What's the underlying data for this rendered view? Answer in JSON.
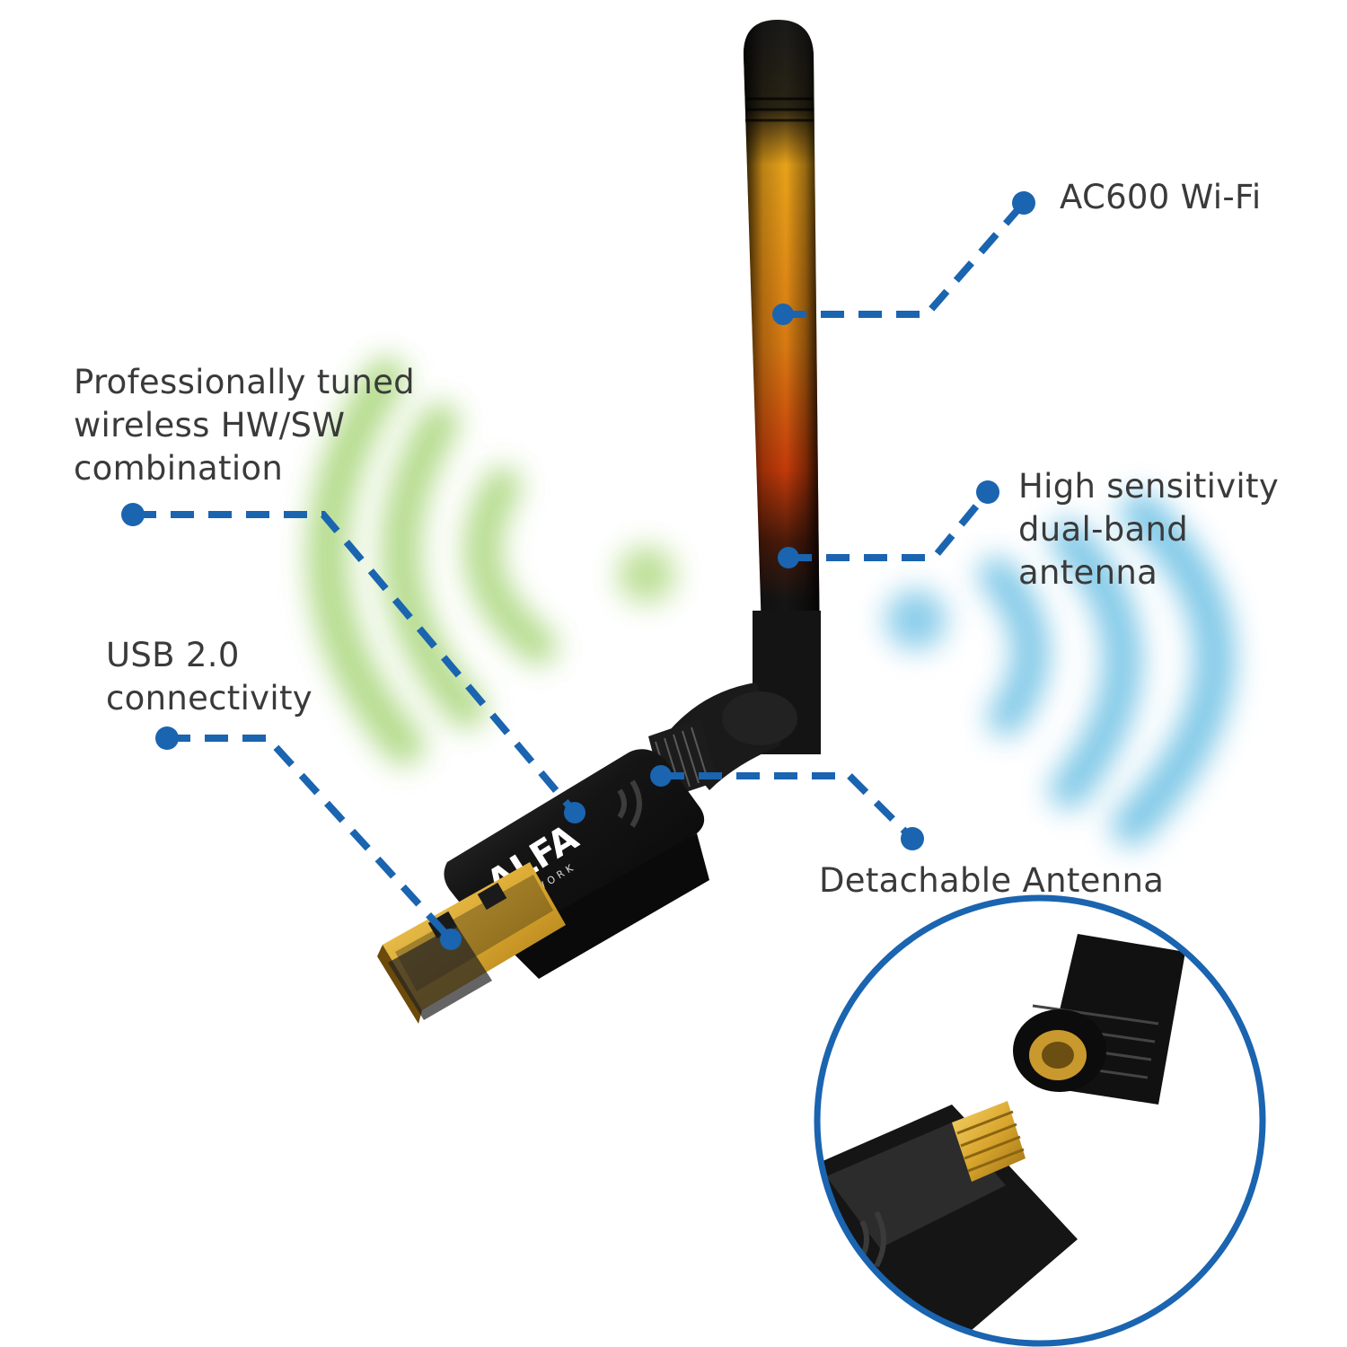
{
  "callouts": {
    "ac600": "AC600 Wi-Fi",
    "professional": [
      "Professionally tuned",
      "wireless HW/SW",
      "combination"
    ],
    "high_sensitivity": [
      "High sensitivity",
      "dual-band",
      "antenna"
    ],
    "usb": [
      "USB 2.0",
      "connectivity"
    ],
    "detachable": "Detachable Antenna"
  },
  "device_branding": {
    "logo": "ALFA",
    "sub": "NETWORK"
  },
  "colors": {
    "accent_blue": "#1a64b0",
    "green_waves": "#a8d67a",
    "blue_waves": "#6ec1e4",
    "label_text": "#3a3a3a"
  },
  "icons": [
    "wifi-waves-green",
    "wifi-waves-blue",
    "usb-dongle",
    "antenna",
    "connector-inset"
  ]
}
